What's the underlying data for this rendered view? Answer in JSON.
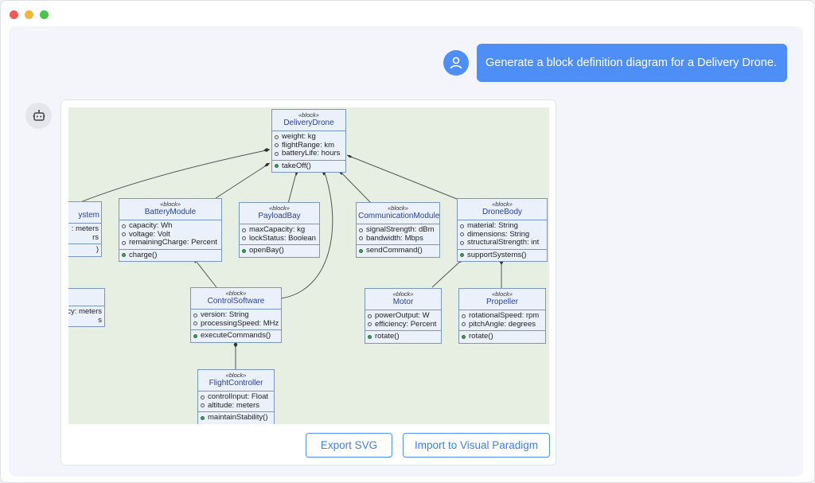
{
  "user_message": "Generate a block definition diagram for a Delivery Drone.",
  "buttons": {
    "export": "Export SVG",
    "import": "Import to Visual Paradigm"
  },
  "colors": {
    "accent": "#4e8ef7",
    "diagram_bg": "#e6efe2",
    "block_fill": "#eaf1fb"
  },
  "icons": {
    "user": "user-icon",
    "bot": "robot-icon"
  },
  "blocks": {
    "delivery_drone": {
      "stereotype": "«block»",
      "name": "DeliveryDrone",
      "attrs": [
        "weight: kg",
        "flightRange: km",
        "batteryLife: hours"
      ],
      "ops": [
        "takeOff()"
      ]
    },
    "nav_system": {
      "name": "ystem",
      "attrs": [
        ": meters",
        "rs"
      ],
      "ops": [
        ")"
      ]
    },
    "battery": {
      "stereotype": "«block»",
      "name": "BatteryModule",
      "attrs": [
        "capacity: Wh",
        "voltage: Volt",
        "remainingCharge: Percent"
      ],
      "ops": [
        "charge()"
      ]
    },
    "payload": {
      "stereotype": "«block»",
      "name": "PayloadBay",
      "attrs": [
        "maxCapacity: kg",
        "lockStatus: Boolean"
      ],
      "ops": [
        "openBay()"
      ]
    },
    "comm": {
      "stereotype": "«block»",
      "name": "CommunicationModule",
      "attrs": [
        "signalStrength: dBm",
        "bandwidth: Mbps"
      ],
      "ops": [
        "sendCommand()"
      ]
    },
    "body": {
      "stereotype": "«block»",
      "name": "DroneBody",
      "attrs": [
        "material: String",
        "dimensions: String",
        "structuralStrength: int"
      ],
      "ops": [
        "supportSystems()"
      ]
    },
    "partial2": {
      "attrs": [
        "cy: meters",
        "s"
      ]
    },
    "software": {
      "stereotype": "«block»",
      "name": "ControlSoftware",
      "attrs": [
        "version: String",
        "processingSpeed: MHz"
      ],
      "ops": [
        "executeCommands()"
      ]
    },
    "motor": {
      "stereotype": "«block»",
      "name": "Motor",
      "attrs": [
        "powerOutput: W",
        "efficiency: Percent"
      ],
      "ops": [
        "rotate()"
      ]
    },
    "propeller": {
      "stereotype": "«block»",
      "name": "Propeller",
      "attrs": [
        "rotationalSpeed: rpm",
        "pitchAngle: degrees"
      ],
      "ops": [
        "rotate()"
      ]
    },
    "flight": {
      "stereotype": "«block»",
      "name": "FlightController",
      "attrs": [
        "controlInput: Float",
        "altitude: meters"
      ],
      "ops": [
        "maintainStability()"
      ]
    }
  }
}
